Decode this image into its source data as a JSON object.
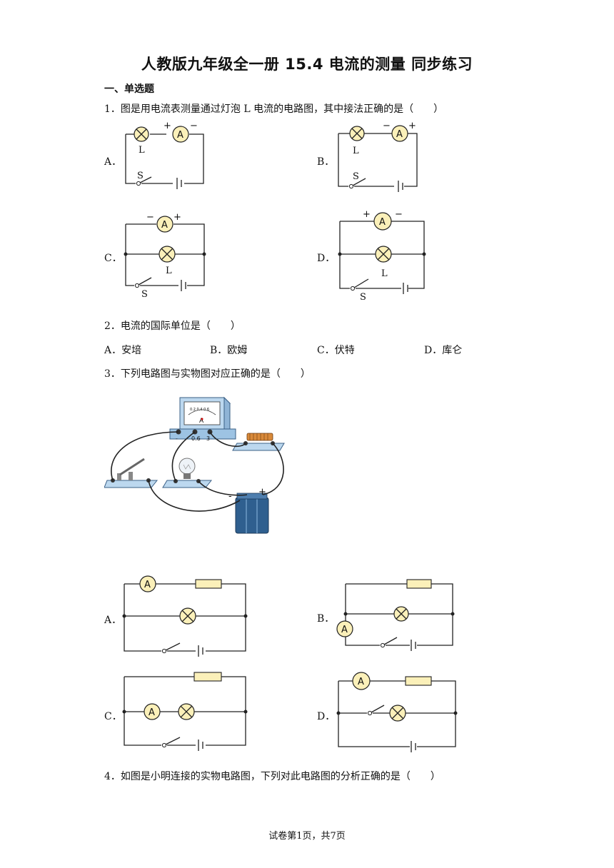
{
  "title": "人教版九年级全一册 15.4 电流的测量 同步练习",
  "section": "一、单选题",
  "q1": {
    "text": "1．图是用电流表测量通过灯泡 L 电流的电路图，其中接法正确的是（　　）",
    "opts": [
      "A．",
      "B．",
      "C．",
      "D．"
    ],
    "sym": {
      "amp": "A",
      "lamp": "L",
      "switch": "S",
      "plus": "+",
      "minus": "−"
    }
  },
  "q2": {
    "text": "2．电流的国际单位是（　　）",
    "opts": [
      "A．安培",
      "B．欧姆",
      "C．伏特",
      "D．库仑"
    ]
  },
  "q3": {
    "text": "3．下列电路图与实物图对应正确的是（　　）",
    "meter": {
      "scale": "0.2  0.4  0.6",
      "unit": "A",
      "minus": "-",
      "t1": "0.6",
      "t2": "3"
    },
    "battery": {
      "minus": "-",
      "plus": "+"
    },
    "opts": [
      "A．",
      "B．",
      "C．",
      "D．"
    ],
    "amp": "A"
  },
  "q4": {
    "text": "4．如图是小明连接的实物电路图，下列对此电路图的分析正确的是（　　）"
  },
  "footer": "试卷第1页，共7页"
}
